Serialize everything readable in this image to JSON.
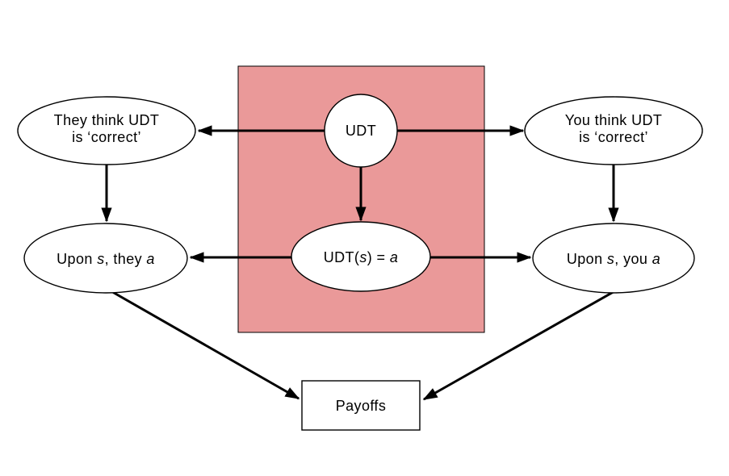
{
  "diagram": {
    "region": {
      "fill": "#ea9999"
    },
    "colors": {
      "node_fill": "#ffffff",
      "outline": "#000000",
      "arrow": "#000000"
    },
    "nodes": {
      "they_think": {
        "lines": [
          "They think UDT",
          "is ‘correct’"
        ]
      },
      "you_think": {
        "lines": [
          "You think UDT",
          "is ‘correct’"
        ]
      },
      "udt": {
        "label": "UDT"
      },
      "udt_output": {
        "segments": [
          "UDT(",
          "s",
          ") = ",
          "a"
        ]
      },
      "upon_they": {
        "segments": [
          "Upon ",
          "s",
          ", they ",
          "a"
        ]
      },
      "upon_you": {
        "segments": [
          "Upon ",
          "s",
          ", you ",
          "a"
        ]
      },
      "payoffs": {
        "label": "Payoffs"
      }
    }
  }
}
